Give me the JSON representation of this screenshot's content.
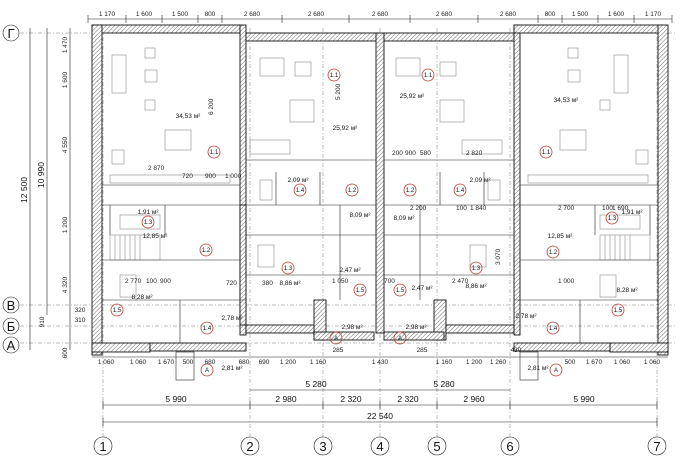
{
  "axes": {
    "rows": [
      "Г",
      "В",
      "Б",
      "А"
    ],
    "cols": [
      "1",
      "2",
      "3",
      "4",
      "5",
      "6",
      "7"
    ]
  },
  "dims_top": [
    "1 170",
    "1 600",
    "1 500",
    "800",
    "2 680",
    "2 680",
    "2 680",
    "800",
    "1 500",
    "1 600",
    "1 170"
  ],
  "dims_left": [
    "12 500",
    "10 990",
    "1 470",
    "1 600",
    "4 550",
    "1 200",
    "4 320",
    "320",
    "310",
    "910",
    "600"
  ],
  "dims_bottom_row1": [
    "1 060",
    "1 060",
    "1 670",
    "500",
    "680",
    "680",
    "690",
    "1 200",
    "1 160",
    "285",
    "1 430",
    "285",
    "1 160",
    "1 200",
    "1 260",
    "430",
    "500",
    "1 670",
    "1 060",
    "1 060"
  ],
  "dims_bottom_row2": [
    "5 280",
    "5 280"
  ],
  "dims_bottom_row3": [
    "5 990",
    "2 980",
    "2 320",
    "2 320",
    "2 960",
    "5 990"
  ],
  "dims_total": "22 540",
  "rooms": [
    {
      "area": "34,53 м²",
      "id": "1.1"
    },
    {
      "area": "25,92 м²",
      "id": "1.1"
    },
    {
      "area": "25,92 м²",
      "id": "1.1"
    },
    {
      "area": "34,53 м²",
      "id": "1.1"
    },
    {
      "area": "2,09 м²",
      "id": "1.4"
    },
    {
      "area": "2,09 м²",
      "id": "1.4"
    },
    {
      "area": "8,09 м²",
      "id": "1.2"
    },
    {
      "area": "8,09 м²",
      "id": "1.2"
    },
    {
      "area": "12,85 м²",
      "id": "1.2"
    },
    {
      "area": "12,85 м²",
      "id": "1.2"
    },
    {
      "area": "1,91 м²",
      "id": "1.3"
    },
    {
      "area": "1,91 м²",
      "id": "1.3"
    },
    {
      "area": "8,86 м²",
      "id": "1.3"
    },
    {
      "area": "8,86 м²",
      "id": "1.3"
    },
    {
      "area": "2,47 м²",
      "id": "1.5"
    },
    {
      "area": "2,47 м²",
      "id": "1.5"
    },
    {
      "area": "8,28 м²",
      "id": "1.5"
    },
    {
      "area": "8,28 м²",
      "id": "1.5"
    },
    {
      "area": "2,78 м²",
      "id": "1.4"
    },
    {
      "area": "2,78 м²",
      "id": "1.4"
    },
    {
      "area": "2,98 м²",
      "id": "А"
    },
    {
      "area": "2,98 м²",
      "id": "А"
    },
    {
      "area": "2,81 м²",
      "id": "А"
    },
    {
      "area": "2,81 м²",
      "id": "А"
    }
  ],
  "inner_dims": [
    "2 870",
    "720",
    "900",
    "1 000",
    "6 200",
    "5 200",
    "200",
    "900",
    "580",
    "2 200",
    "2 820",
    "2 700",
    "1 690",
    "100",
    "1 840",
    "100",
    "3 070",
    "380",
    "720",
    "2 770",
    "1 000",
    "900",
    "100",
    "2 470",
    "1 050",
    "700"
  ]
}
